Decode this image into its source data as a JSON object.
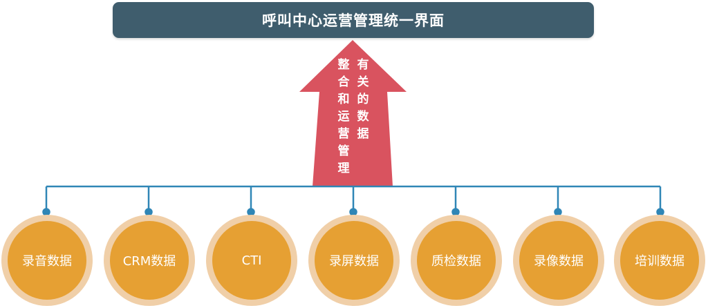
{
  "title": "呼叫中心运营管理统一界面",
  "arrow": {
    "right_column": "有关的数据",
    "left_column": "整合和运营管理"
  },
  "nodes": [
    {
      "label": "录音数据"
    },
    {
      "label": "CRM数据"
    },
    {
      "label": "CTI"
    },
    {
      "label": "录屏数据"
    },
    {
      "label": "质检数据"
    },
    {
      "label": "录像数据"
    },
    {
      "label": "培训数据"
    }
  ],
  "colors": {
    "banner": "#3f5d6d",
    "arrow": "#d9535f",
    "connector": "#2f86b6",
    "node_outer": "#f0cfa8",
    "node_inner": "#e6a033"
  }
}
